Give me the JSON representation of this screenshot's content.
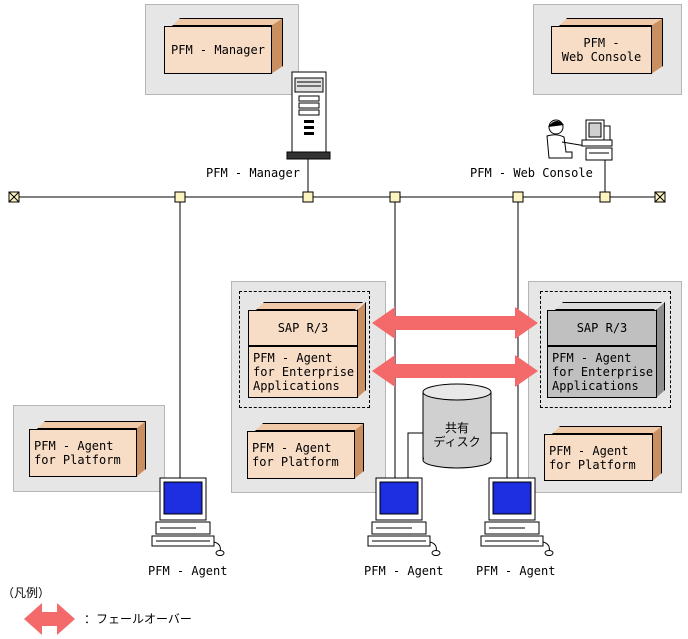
{
  "manager_box": "PFM - Manager",
  "webconsole_box": "PFM -\nWeb Console",
  "manager_label": "PFM - Manager",
  "webconsole_label": "PFM - Web Console",
  "sap_label": "SAP R/3",
  "agent_ent_label": "PFM - Agent\nfor Enterprise\nApplications",
  "agent_platform_label": "PFM - Agent\nfor Platform",
  "agent_label": "PFM - Agent",
  "disk_label": "共有\nディスク",
  "legend_title": "（凡例）",
  "legend_text": "：フェールオーバー",
  "colors": {
    "component": "#f7dcc6",
    "standby": "#c0c0c0",
    "failover_arrow": "#f46a6a",
    "panel": "#e6e6e6",
    "node": "#fbf4c0"
  }
}
